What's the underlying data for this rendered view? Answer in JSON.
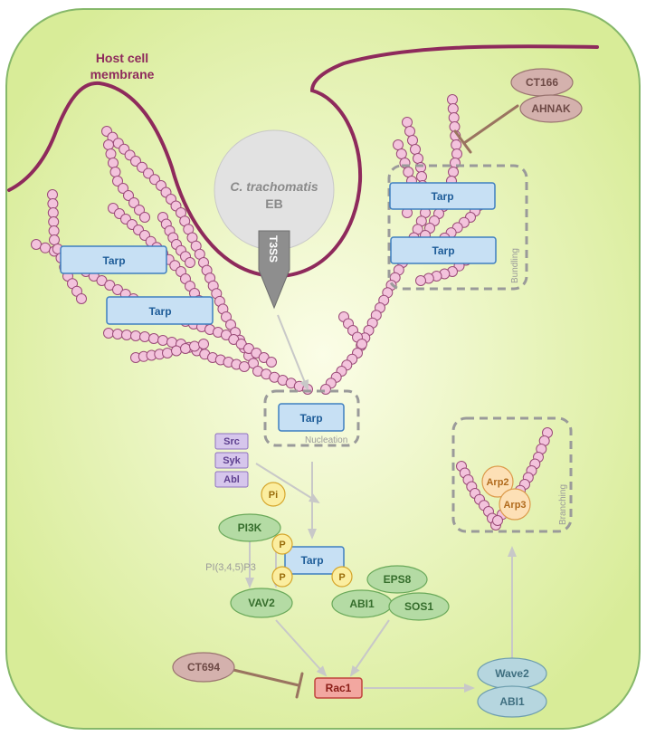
{
  "labels": {
    "host_membrane_line1": "Host cell",
    "host_membrane_line2": "membrane",
    "eb_line1": "C. trachomatis",
    "eb_line2": "EB",
    "t3ss": "T3SS",
    "tarp": "Tarp",
    "bundling": "Bundling",
    "nucleation": "Nucleation",
    "branching": "Branching",
    "ct166": "CT166",
    "ahnak": "AHNAK",
    "ct694": "CT694",
    "src": "Src",
    "syk": "Syk",
    "abl": "Abl",
    "pi": "Pi",
    "p": "P",
    "pi3k": "PI3K",
    "pip3": "PI(3,4,5)P3",
    "vav2": "VAV2",
    "abi1": "ABI1",
    "eps8": "EPS8",
    "sos1": "SOS1",
    "rac1": "Rac1",
    "wave2": "Wave2",
    "arp2": "Arp2",
    "arp3": "Arp3"
  },
  "colors": {
    "cell_fill_center": "#fbfde7",
    "cell_fill_edge": "#d8ec98",
    "cell_stroke": "#86b86a",
    "membrane": "#8e2a5c",
    "actin_fill": "#f3c3dc",
    "actin_stroke": "#9b4b78",
    "tarp_fill": "#c7e0f4",
    "tarp_stroke": "#3f7fc0",
    "tarp_text": "#1f5d99",
    "kinase_fill": "#d6c6ec",
    "kinase_stroke": "#8e71bf",
    "kinase_text": "#5d3f8e",
    "green_fill": "#b4dba4",
    "green_stroke": "#6aa95a",
    "green_text": "#356d2c",
    "phospho_fill": "#fbeea0",
    "phospho_stroke": "#d6a62c",
    "phospho_text": "#9a6d0c",
    "brown_fill": "#d4b1ad",
    "brown_stroke": "#9a7470",
    "brown_text": "#6e4a46",
    "inhibit_line": "#9a7460",
    "rac1_fill": "#f2a7a0",
    "rac1_stroke": "#c0443c",
    "rac1_text": "#8a1c16",
    "wave_fill": "#b6d6df",
    "wave_stroke": "#6e9eae",
    "wave_text": "#3f6f80",
    "arp_fill": "#fde0b6",
    "arp_stroke": "#dc9a4a",
    "arp_text": "#b06a1c",
    "eb_fill": "#e2e2e2",
    "eb_text": "#8a8a8a",
    "t3ss_fill": "#8e8e8e",
    "dashed_box": "#9a9a9a",
    "arrow": "#c8c8c8"
  },
  "icons": [
    "t3ss-needle-shape",
    "actin-filament-beads",
    "inhibition-bar-arrow"
  ]
}
